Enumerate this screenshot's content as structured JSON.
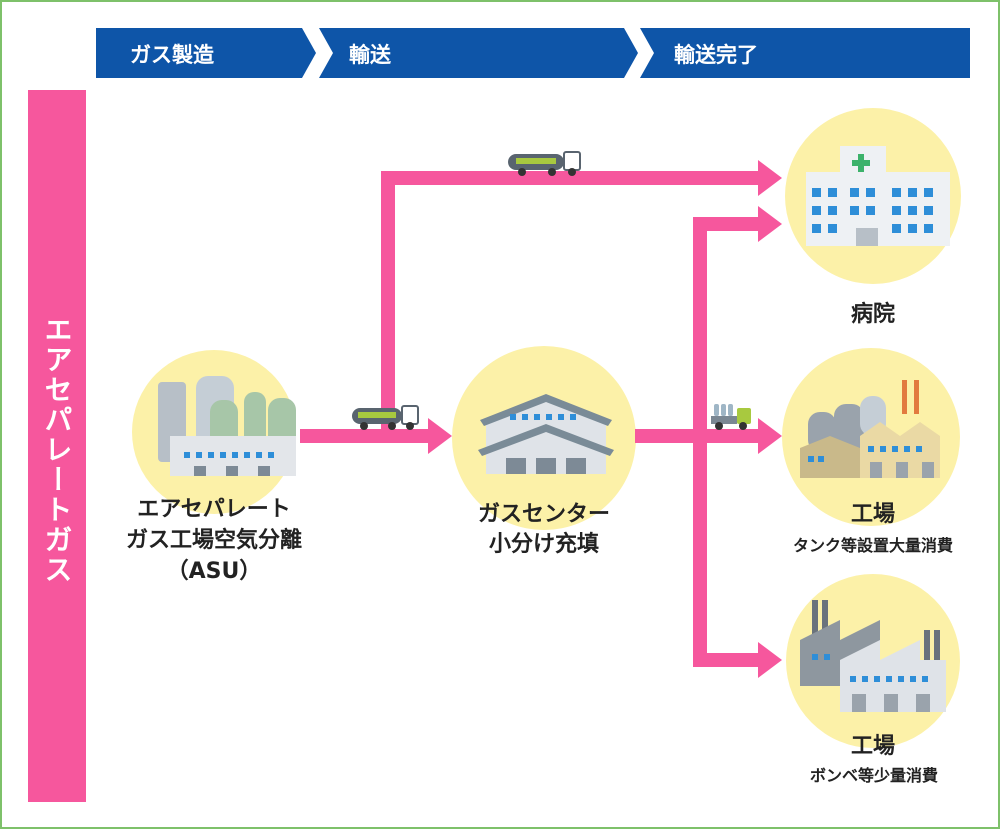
{
  "stages": [
    "ガス製造",
    "輸送",
    "輸送完了"
  ],
  "side_label": "エアセパレートガス",
  "asu_label": [
    "エアセパレート",
    "ガス工場空気分離",
    "（ASU）"
  ],
  "gas_center_label": [
    "ガスセンター",
    "小分け充填"
  ],
  "hospital_label": "病院",
  "factory_tank": {
    "title": "工場",
    "sub": "タンク等設置大量消費"
  },
  "factory_cylinder": {
    "title": "工場",
    "sub": "ボンベ等少量消費"
  },
  "colors": {
    "stage_bar": "#0e55a8",
    "side_bar": "#f6579d",
    "arrow": "#f6579d",
    "circle": "#fcf1a8",
    "frame": "#7ec16a"
  }
}
